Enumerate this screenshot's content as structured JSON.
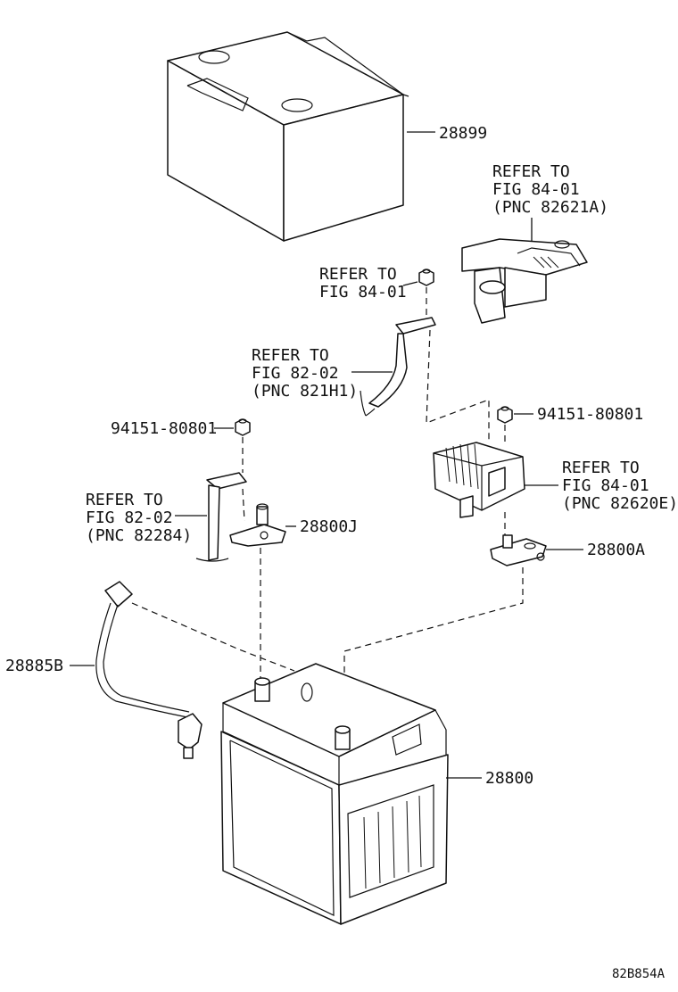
{
  "parts": {
    "p28899": "28899",
    "p28800": "28800",
    "p28800A": "28800A",
    "p28800J": "28800J",
    "p28885B": "28885B",
    "nut_right": "94151-80801",
    "nut_left": "94151-80801"
  },
  "refs": {
    "top_right": {
      "l1": "REFER TO",
      "l2": "FIG 84-01",
      "l3": "(PNC 82621A)"
    },
    "upper_mid": {
      "l1": "REFER TO",
      "l2": "FIG 84-01"
    },
    "cable_mid": {
      "l1": "REFER TO",
      "l2": "FIG 82-02",
      "l3": "(PNC 821H1)"
    },
    "fuse_box": {
      "l1": "REFER TO",
      "l2": "FIG 84-01",
      "l3": "(PNC 82620E)"
    },
    "cable_left": {
      "l1": "REFER TO",
      "l2": "FIG 82-02",
      "l3": "(PNC 82284)"
    }
  },
  "figure_code": "82B854A"
}
